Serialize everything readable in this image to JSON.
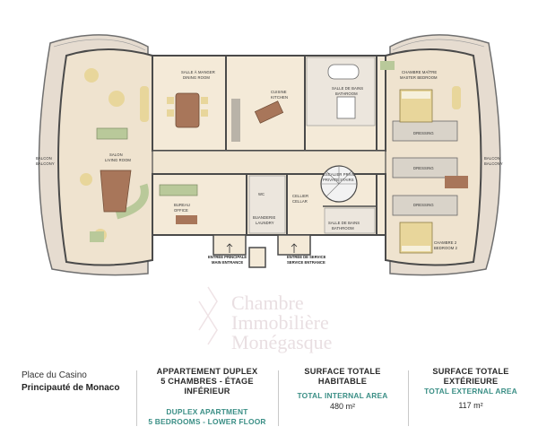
{
  "plan": {
    "rooms": {
      "dining": [
        "SALLE À MANGER",
        "DINING ROOM"
      ],
      "kitchen": [
        "CUISINE",
        "KITCHEN"
      ],
      "bathroom_top": [
        "SALLE DE BAINS",
        "BATHROOM"
      ],
      "master": [
        "CHAMBRE MAÎTRE",
        "MASTER BEDROOM"
      ],
      "dressing_1": "DRESSING",
      "dressing_2": "DRESSING",
      "dressing_3": "DRESSING",
      "bedroom2": [
        "CHAMBRE 2",
        "BEDROOM 2"
      ],
      "balcony_left": [
        "BALCON",
        "BALCONY"
      ],
      "balcony_right": [
        "BALCON",
        "BALCONY"
      ],
      "living": [
        "SALON",
        "LIVING ROOM"
      ],
      "office": [
        "BUREAU",
        "OFFICE"
      ],
      "wc": "WC",
      "laundry": [
        "BUANDERIE",
        "LAUNDRY"
      ],
      "cellar": [
        "CELLIER",
        "CELLAR"
      ],
      "stair": [
        "ESCALIER PRIVÉ",
        "PRIVATE STAIRS"
      ],
      "bathroom_bottom": [
        "SALLE DE BAINS",
        "BATHROOM"
      ],
      "main_entrance": [
        "ENTRÉE PRINCIPALE",
        "MAIN ENTRANCE"
      ],
      "service_entrance": [
        "ENTRÉE DE SERVICE",
        "SERVICE ENTRANCE"
      ]
    },
    "watermark": [
      "Chambre",
      "Immobilière",
      "Monégasque"
    ]
  },
  "footer": {
    "location_line1": "Place du Casino",
    "location_line2": "Principauté de Monaco",
    "apartment_fr_line1": "APPARTEMENT DUPLEX",
    "apartment_fr_line2": "5 CHAMBRES - ÉTAGE INFÉRIEUR",
    "apartment_en_line1": "DUPLEX APARTMENT",
    "apartment_en_line2": "5 BEDROOMS - LOWER FLOOR",
    "internal_fr": "SURFACE TOTALE HABITABLE",
    "internal_en": "TOTAL INTERNAL AREA",
    "internal_value": "480 m²",
    "external_fr_line1": "SURFACE TOTALE",
    "external_fr_line2": "EXTÉRIEURE",
    "external_en": "TOTAL EXTERNAL AREA",
    "external_value": "117 m²"
  },
  "colors": {
    "wall": "#5a5a5a",
    "floor": "#efe3cf",
    "balcony": "#e6dcd0",
    "bed": "#e8d69b",
    "wood": "#a8765a",
    "sofa": "#b9c99a",
    "teal": "#3b8f86"
  }
}
